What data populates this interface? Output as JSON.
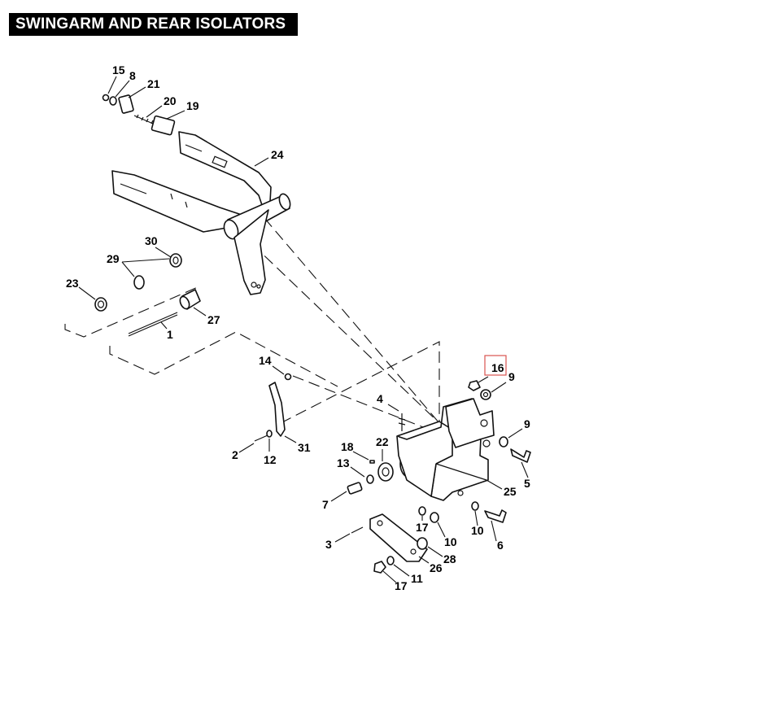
{
  "title": "SWINGARM AND REAR ISOLATORS",
  "callouts": [
    {
      "id": "c15",
      "label": "15"
    },
    {
      "id": "c8",
      "label": "8"
    },
    {
      "id": "c21",
      "label": "21"
    },
    {
      "id": "c20",
      "label": "20"
    },
    {
      "id": "c19",
      "label": "19"
    },
    {
      "id": "c24",
      "label": "24"
    },
    {
      "id": "c30",
      "label": "30"
    },
    {
      "id": "c29",
      "label": "29"
    },
    {
      "id": "c23",
      "label": "23"
    },
    {
      "id": "c27",
      "label": "27"
    },
    {
      "id": "c1",
      "label": "1"
    },
    {
      "id": "c14",
      "label": "14"
    },
    {
      "id": "c4",
      "label": "4"
    },
    {
      "id": "c16",
      "label": "16"
    },
    {
      "id": "c9a",
      "label": "9"
    },
    {
      "id": "c9b",
      "label": "9"
    },
    {
      "id": "c18",
      "label": "18"
    },
    {
      "id": "c22",
      "label": "22"
    },
    {
      "id": "c13",
      "label": "13"
    },
    {
      "id": "c2",
      "label": "2"
    },
    {
      "id": "c12",
      "label": "12"
    },
    {
      "id": "c31",
      "label": "31"
    },
    {
      "id": "c5",
      "label": "5"
    },
    {
      "id": "c25",
      "label": "25"
    },
    {
      "id": "c7",
      "label": "7"
    },
    {
      "id": "c17a",
      "label": "17"
    },
    {
      "id": "c10a",
      "label": "10"
    },
    {
      "id": "c10b",
      "label": "10"
    },
    {
      "id": "c6",
      "label": "6"
    },
    {
      "id": "c3",
      "label": "3"
    },
    {
      "id": "c28",
      "label": "28"
    },
    {
      "id": "c26",
      "label": "26"
    },
    {
      "id": "c11",
      "label": "11"
    },
    {
      "id": "c17b",
      "label": "17"
    }
  ]
}
